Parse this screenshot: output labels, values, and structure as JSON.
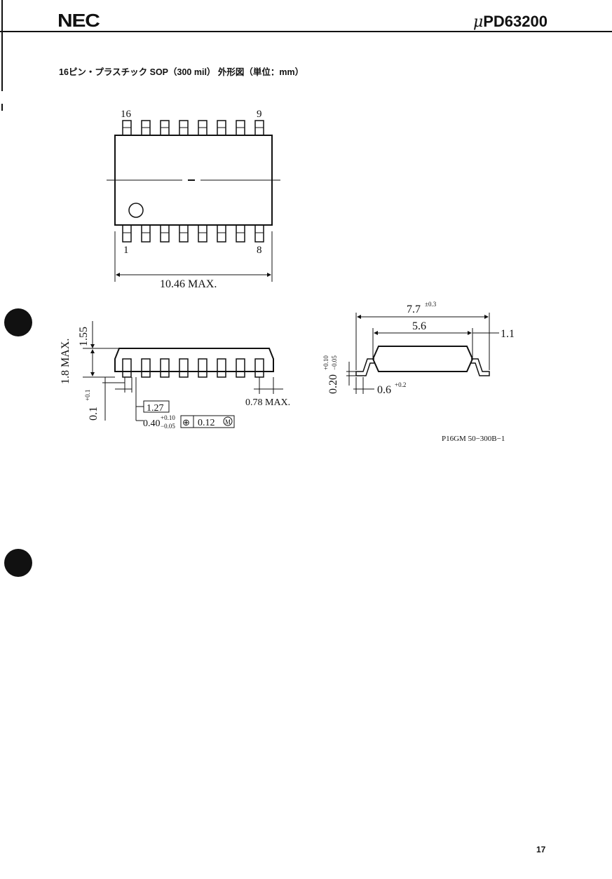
{
  "header": {
    "logo": "NEC",
    "part_prefix": "μ",
    "part_number": "PD63200"
  },
  "title": "16ピン・プラスチック SOP（300 mil） 外形図（単位：mm）",
  "top_view": {
    "pin_labels": {
      "top_left": "16",
      "top_right": "9",
      "bottom_left": "1",
      "bottom_right": "8"
    },
    "length_dim": "10.46 MAX."
  },
  "side_view": {
    "dim_body_height": "1.55",
    "dim_total_height": "1.8 MAX.",
    "dim_standoff": "0.1",
    "dim_standoff_tol": "+0.1",
    "dim_pitch": "1.27",
    "dim_lead_width": "0.40",
    "dim_lead_width_tol_plus": "+0.10",
    "dim_lead_width_tol_minus": "−0.05",
    "dim_position_tol": "0.12",
    "position_symbol": "⊕",
    "mmc_symbol": "M",
    "dim_end_overhang": "0.78 MAX."
  },
  "end_view": {
    "dim_overall_width": "7.7",
    "dim_overall_width_tol": "±0.3",
    "dim_body_width": "5.6",
    "dim_lead_length": "1.1",
    "dim_lead_thickness": "0.20",
    "dim_lead_thickness_tol_plus": "+0.10",
    "dim_lead_thickness_tol_minus": "−0.05",
    "dim_foot_length": "0.6",
    "dim_foot_length_tol": "+0.2"
  },
  "drawing_code": "P16GM 50−300B−1",
  "page_number": "17"
}
